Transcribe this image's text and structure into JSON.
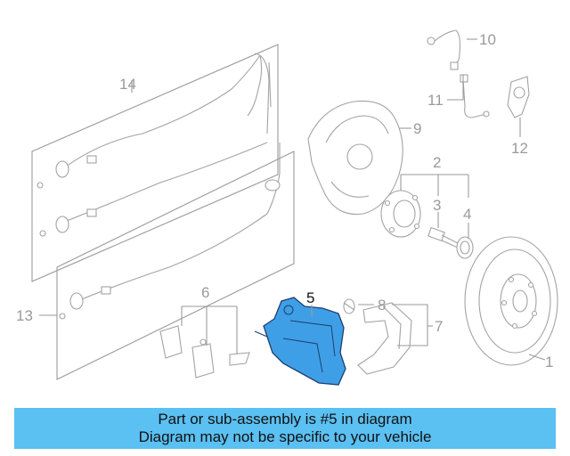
{
  "diagram": {
    "callouts": [
      "1",
      "2",
      "3",
      "4",
      "5",
      "6",
      "7",
      "8",
      "9",
      "10",
      "11",
      "12",
      "13",
      "14"
    ],
    "highlight_callout": "5",
    "highlight_color": "#3f9fe6"
  },
  "banner": {
    "line1": "Part or sub-assembly is #5 in diagram",
    "line2": "Diagram may not be specific to your vehicle",
    "background": "#5bc0f2"
  }
}
